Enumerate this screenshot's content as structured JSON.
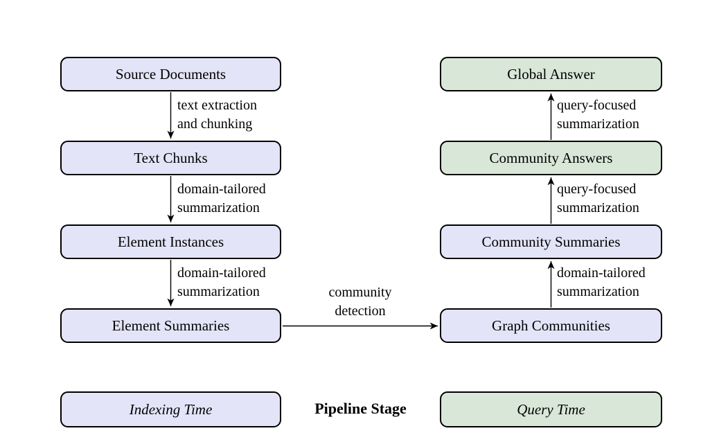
{
  "colors": {
    "indexing_fill": "#e4e4f8",
    "query_fill": "#d9e7d8",
    "border_color": "#000000",
    "page_bg": "#ffffff",
    "text_color": "#000000"
  },
  "indexing_column": {
    "nodes": [
      {
        "label": "Source Documents"
      },
      {
        "label": "Text Chunks"
      },
      {
        "label": "Element Instances"
      },
      {
        "label": "Element Summaries"
      }
    ],
    "edges": [
      {
        "line1": "text extraction",
        "line2": "and chunking"
      },
      {
        "line1": "domain-tailored",
        "line2": "summarization"
      },
      {
        "line1": "domain-tailored",
        "line2": "summarization"
      }
    ]
  },
  "query_column": {
    "nodes": [
      {
        "label": "Global Answer"
      },
      {
        "label": "Community Answers"
      },
      {
        "label": "Community Summaries"
      },
      {
        "label": "Graph Communities"
      }
    ],
    "edges": [
      {
        "line1": "query-focused",
        "line2": "summarization"
      },
      {
        "line1": "query-focused",
        "line2": "summarization"
      },
      {
        "line1": "domain-tailored",
        "line2": "summarization"
      }
    ]
  },
  "cross_edge": {
    "line1": "community",
    "line2": "detection"
  },
  "legend": {
    "indexing_label": "Indexing Time",
    "stage_label": "Pipeline Stage",
    "query_label": "Query Time"
  }
}
